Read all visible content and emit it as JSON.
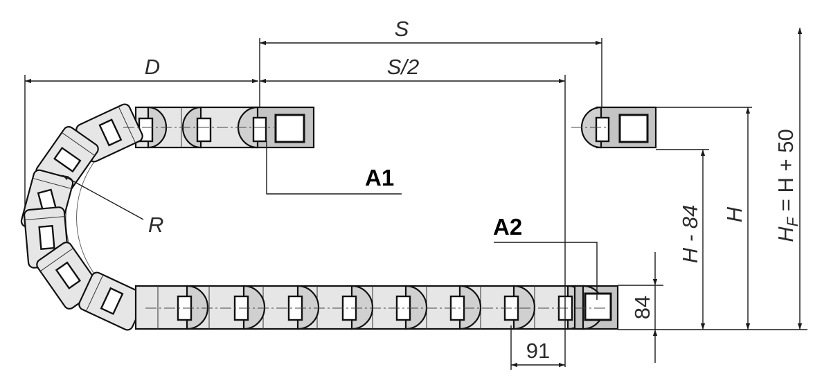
{
  "labels": {
    "stroke": "S",
    "half_stroke": "S/2",
    "distance": "D",
    "radius": "R",
    "fixed_point": "A1",
    "moving_end": "A2",
    "height_minus": "H - 84",
    "height": "H",
    "total_height": "H",
    "total_height_sub": "F",
    "total_height_rest": " = H + 50",
    "link_height": "84",
    "pitch": "91"
  },
  "colors": {
    "line": "#1a1a1a",
    "link_fill": "#e6e6e6",
    "bracket_fill": "#c4c4c4",
    "background": "#ffffff"
  }
}
